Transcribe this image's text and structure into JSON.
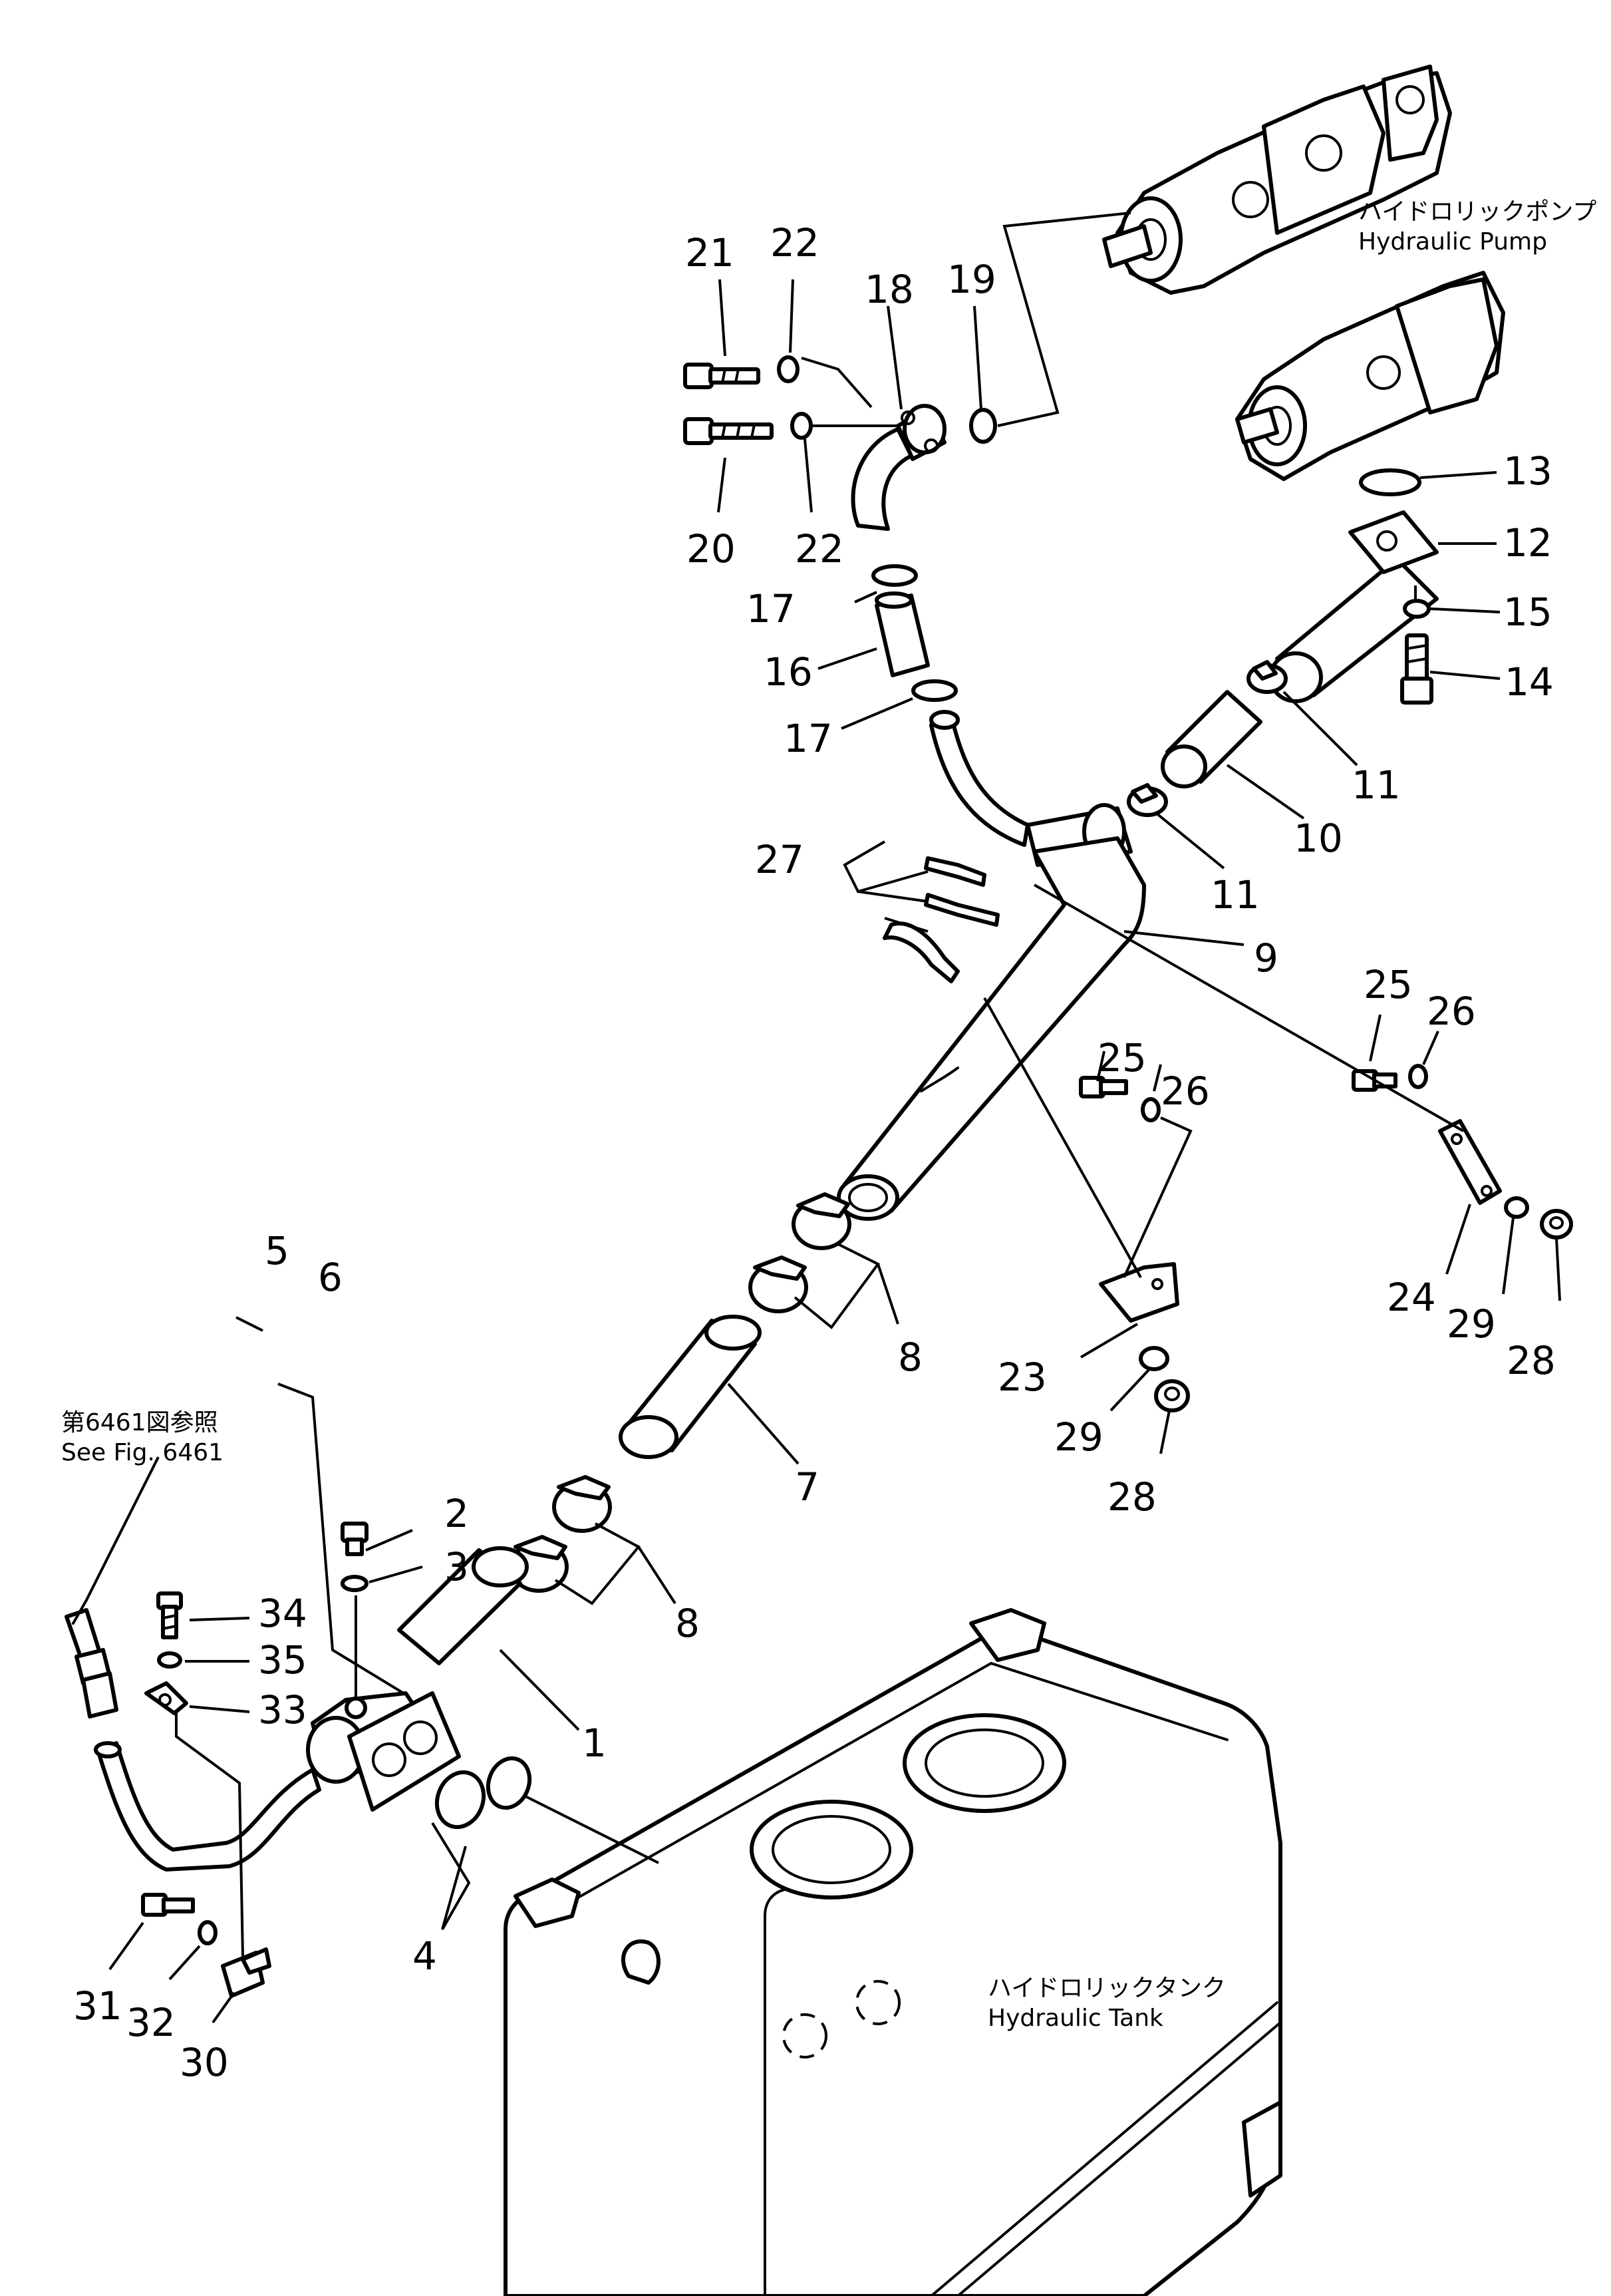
{
  "annotations": {
    "pump_jp": "ハイドロリックポンプ",
    "pump_en": "Hydraulic  Pump",
    "tank_jp": "ハイドロリックタンク",
    "tank_en": "Hydraulic  Tank",
    "ref_jp": "第6461図参照",
    "ref_en": "See  Fig. 6461"
  },
  "callouts": {
    "c1": "1",
    "c2": "2",
    "c3": "3",
    "c4": "4",
    "c5": "5",
    "c6": "6",
    "c7": "7",
    "c8a": "8",
    "c8b": "8",
    "c9": "9",
    "c10": "10",
    "c11a": "11",
    "c11b": "11",
    "c12": "12",
    "c13": "13",
    "c14": "14",
    "c15": "15",
    "c16": "16",
    "c17a": "17",
    "c17b": "17",
    "c18": "18",
    "c19": "19",
    "c20": "20",
    "c21": "21",
    "c22a": "22",
    "c22b": "22",
    "c23": "23",
    "c24": "24",
    "c25a": "25",
    "c25b": "25",
    "c26a": "26",
    "c26b": "26",
    "c27": "27",
    "c28a": "28",
    "c28b": "28",
    "c29a": "29",
    "c29b": "29",
    "c30": "30",
    "c31": "31",
    "c32": "32",
    "c33": "33",
    "c34": "34",
    "c35": "35"
  }
}
